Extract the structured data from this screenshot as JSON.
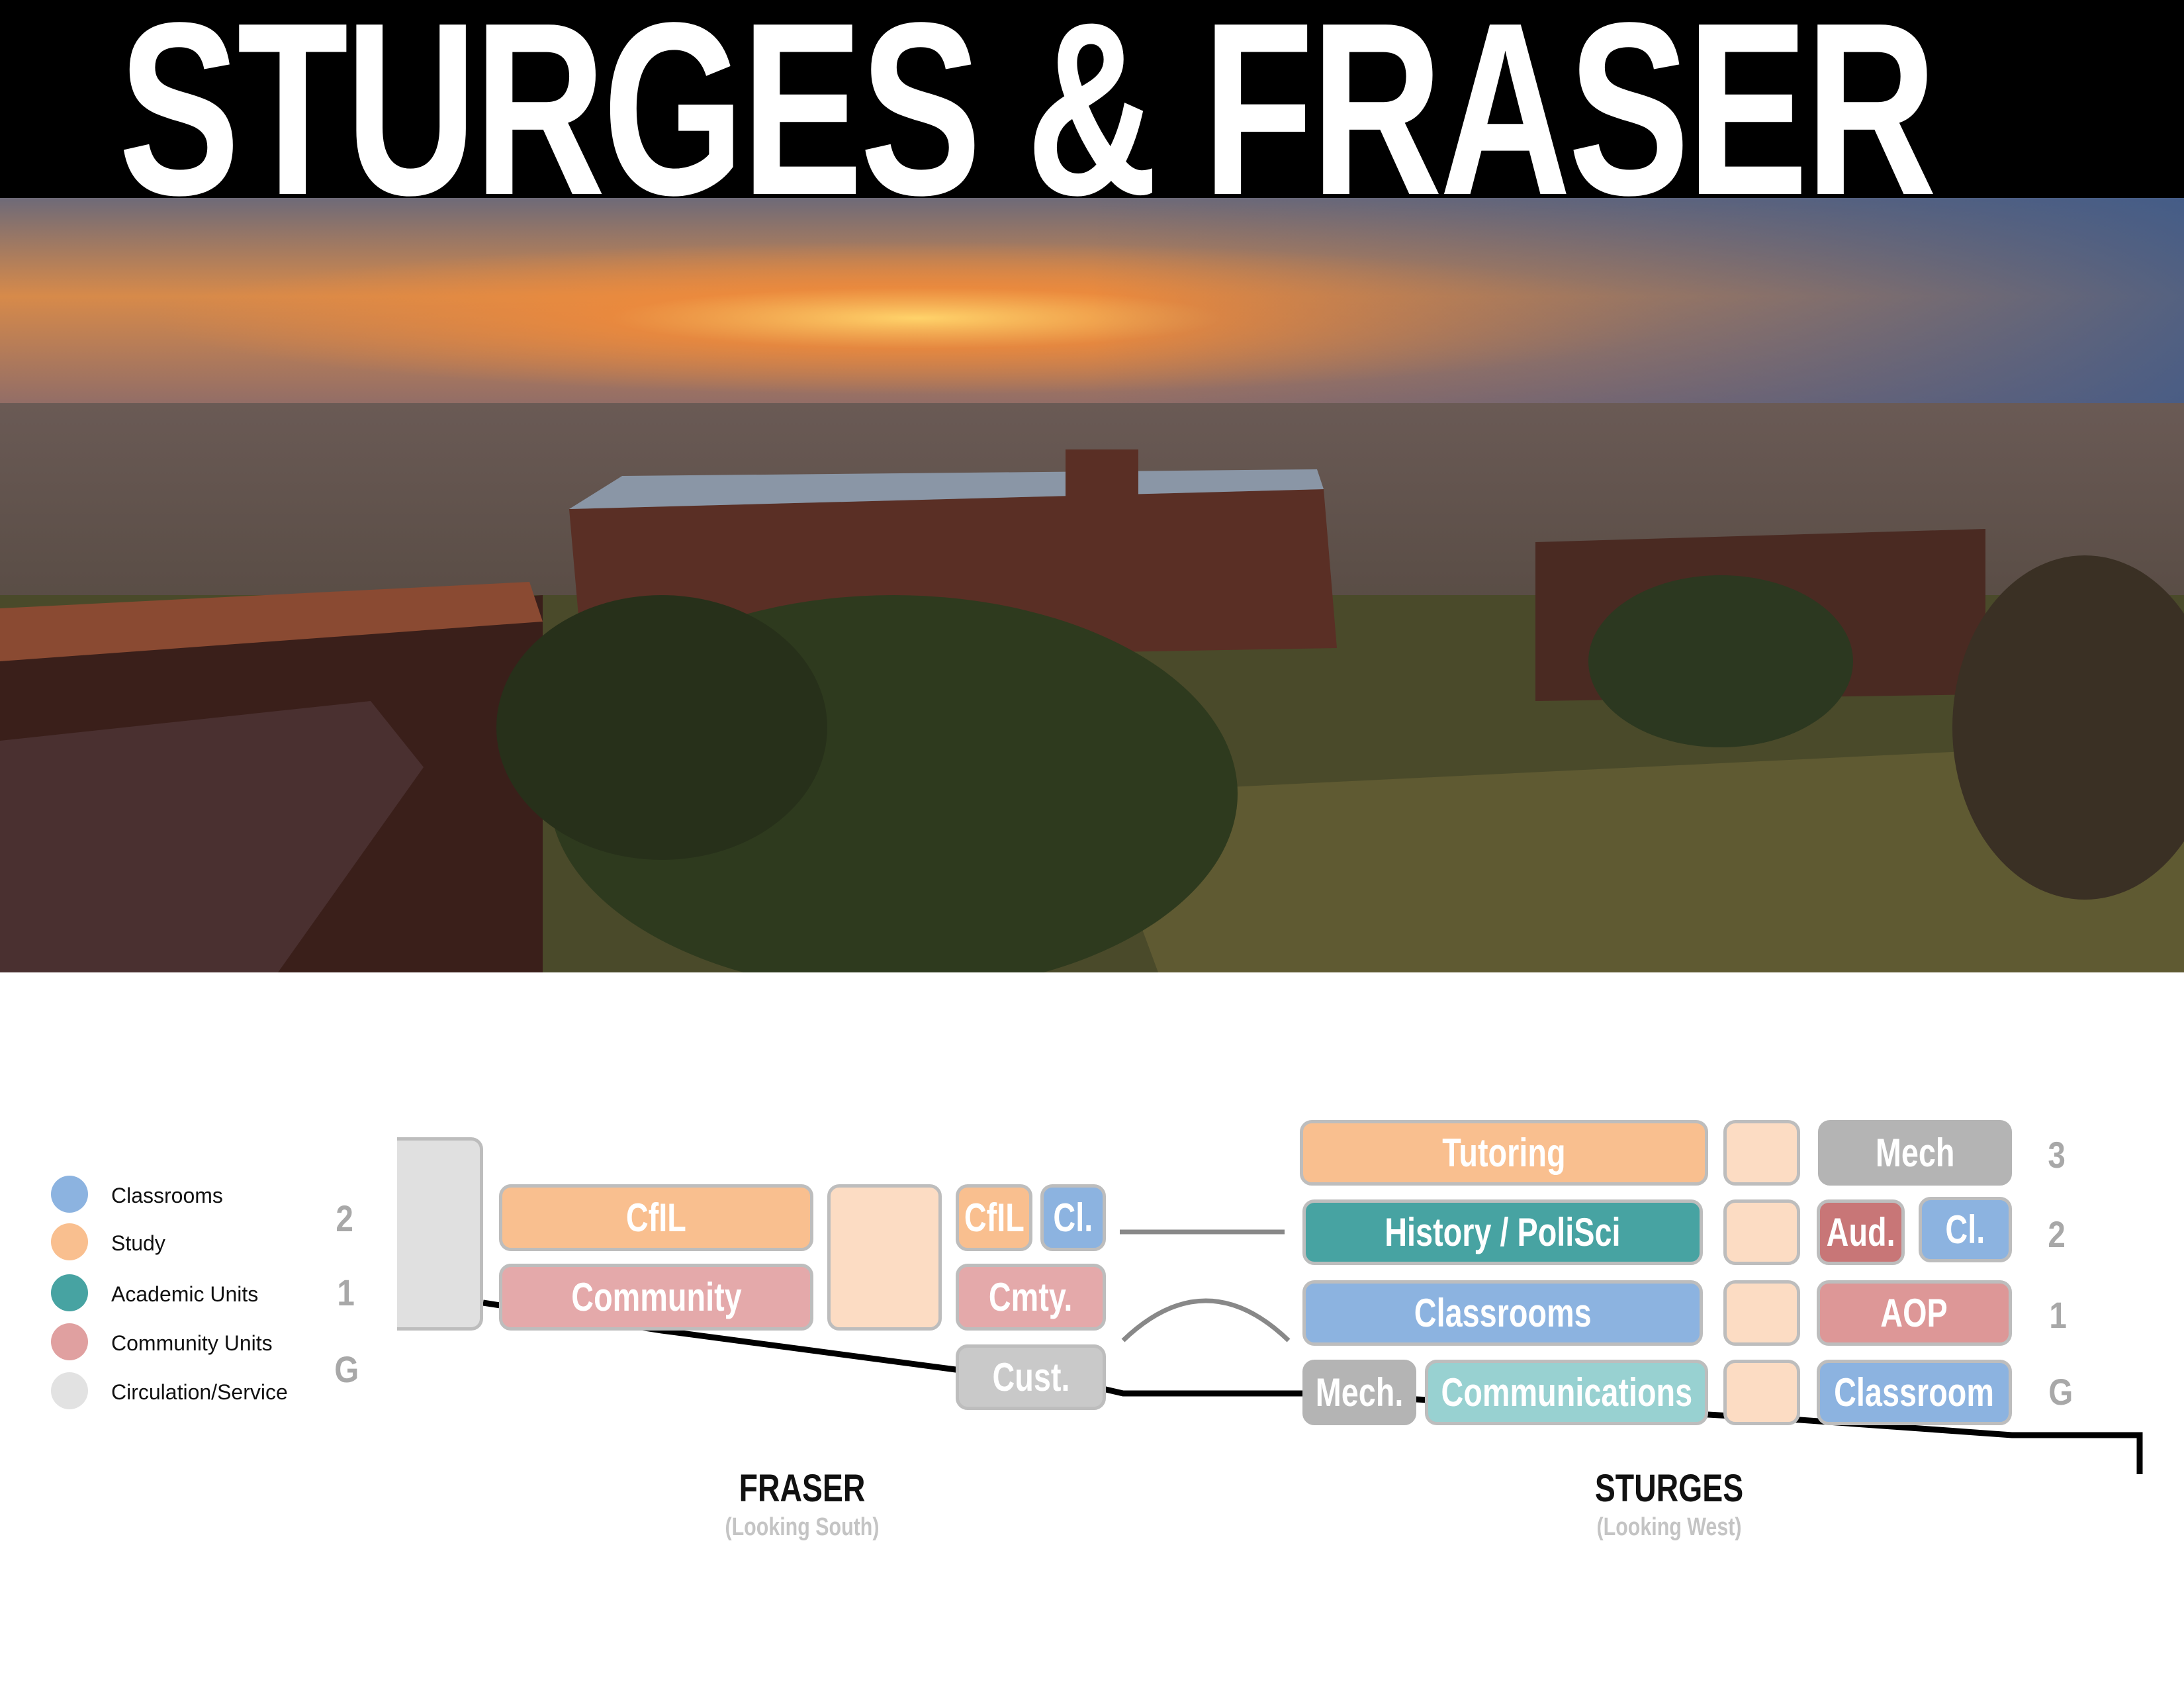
{
  "title": "STURGES & FRASER",
  "legend": [
    {
      "label": "Classrooms",
      "color": "#8cb3e0"
    },
    {
      "label": "Study",
      "color": "#f9bf8f"
    },
    {
      "label": "Academic Units",
      "color": "#47a3a2"
    },
    {
      "label": "Community Units",
      "color": "#e0a0a0"
    },
    {
      "label": "Circulation/Service",
      "color": "#e2e2e2"
    }
  ],
  "fraser": {
    "name": "FRASER",
    "view": "(Looking South)",
    "floors": [
      "2",
      "1",
      "G"
    ],
    "rooms": {
      "cfil": "CfIL",
      "community": "Community",
      "cfil_small": "CfIL",
      "cl": "Cl.",
      "cmty": "Cmty.",
      "cust": "Cust."
    }
  },
  "sturges": {
    "name": "STURGES",
    "view": "(Looking West)",
    "floors": [
      "3",
      "2",
      "1",
      "G"
    ],
    "rooms": {
      "tutoring": "Tutoring",
      "history": "History / PoliSci",
      "classrooms": "Classrooms",
      "mech_g": "Mech.",
      "communications": "Communications",
      "mech_3": "Mech",
      "aud": "Aud.",
      "cl": "Cl.",
      "aop": "AOP",
      "classroom": "Classroom"
    }
  },
  "colors": {
    "classroom": "#8cb3e0",
    "study": "#f9bf8f",
    "study_light": "#fcdcc3",
    "academic": "#47a3a2",
    "academic_light": "#98d1d1",
    "community": "#e4a9aa",
    "community_dark": "#c87677",
    "circulation": "#e0e0e0",
    "service": "#b4b4b4"
  }
}
